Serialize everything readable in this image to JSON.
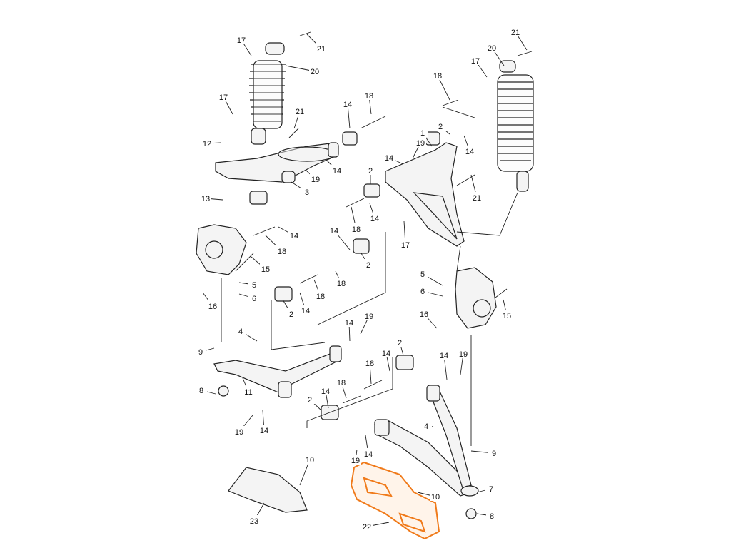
{
  "diagram": {
    "title": "Front suspension exploded parts diagram",
    "highlight_color": "#f07a1a",
    "callouts": [
      "21",
      "17",
      "20",
      "17",
      "21",
      "14",
      "18",
      "12",
      "19",
      "14",
      "3",
      "13",
      "2",
      "14",
      "18",
      "14",
      "18",
      "15",
      "14",
      "2",
      "18",
      "18",
      "14",
      "2",
      "5",
      "6",
      "16",
      "4",
      "14",
      "19",
      "9",
      "2",
      "14",
      "18",
      "14",
      "19",
      "8",
      "11",
      "2",
      "14",
      "18",
      "19",
      "14",
      "4",
      "9",
      "19",
      "14",
      "10",
      "10",
      "7",
      "8",
      "23",
      "22",
      "21",
      "20",
      "17",
      "18",
      "2",
      "1",
      "19",
      "14",
      "14",
      "21",
      "17",
      "5",
      "6",
      "16",
      "15"
    ]
  }
}
